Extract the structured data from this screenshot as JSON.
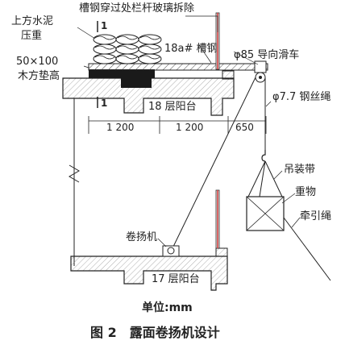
{
  "labels": {
    "concrete_weight_1": "上方水泥",
    "concrete_weight_2": "压重",
    "remove_glass": "槽钢穿过处栏杆玻璃拆除",
    "channel_steel": "18a# 槽钢",
    "guide_pulley": "φ85 导向滑车",
    "timber_1": "50×100",
    "timber_2": "木方垫高",
    "balcony_18": "18 层阳台",
    "wire_rope": "φ7.7 钢丝绳",
    "lifting_strap": "吊装带",
    "heavy_object": "重物",
    "traction_rope": "牵引绳",
    "winch": "卷扬机",
    "balcony_17": "17 层阳台",
    "section_mark_top": "1",
    "section_mark_bottom": "1"
  },
  "dimensions": {
    "d1": "1 200",
    "d2": "1 200",
    "d3": "650"
  },
  "unit_label": "单位:mm",
  "caption": "图 2　露面卷扬机设计",
  "colors": {
    "concrete_fill": "#2a2a2a",
    "hatch": "#444444",
    "railing_red": "#cc3333",
    "line": "#222222"
  }
}
